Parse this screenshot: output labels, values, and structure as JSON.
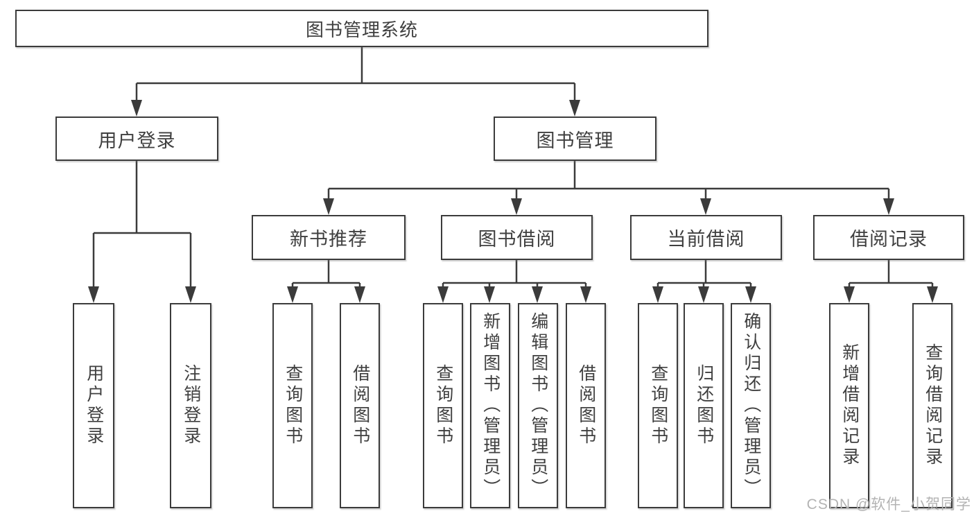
{
  "diagram": {
    "type": "hierarchy-tree",
    "style": {
      "line_color": "#3b3b3b",
      "box_border_color": "#3b3b3b",
      "text_color": "#3f3f3f",
      "background": "#ffffff"
    },
    "nodes": {
      "root": {
        "label": "图书管理系统"
      },
      "user_login": {
        "label": "用户登录"
      },
      "book_management": {
        "label": "图书管理"
      },
      "new_book_recommend": {
        "label": "新书推荐"
      },
      "book_borrowing": {
        "label": "图书借阅"
      },
      "current_borrowing": {
        "label": "当前借阅"
      },
      "borrowing_records": {
        "label": "借阅记录"
      },
      "leaf_user_login": {
        "label": "用户登录"
      },
      "leaf_logout": {
        "label": "注销登录"
      },
      "nb_query": {
        "label": "查询图书"
      },
      "nb_borrow": {
        "label": "借阅图书"
      },
      "bb_query": {
        "label": "查询图书"
      },
      "bb_add": {
        "label": "新增图书（管理员）"
      },
      "bb_edit": {
        "label": "编辑图书（管理员）"
      },
      "bb_borrow": {
        "label": "借阅图书"
      },
      "cb_query": {
        "label": "查询图书"
      },
      "cb_return": {
        "label": "归还图书"
      },
      "cb_confirm": {
        "label": "确认归还（管理员）"
      },
      "br_add": {
        "label": "新增借阅记录"
      },
      "br_query": {
        "label": "查询借阅记录"
      }
    },
    "edges": [
      {
        "from": "root",
        "to": [
          "user_login",
          "book_management"
        ]
      },
      {
        "from": "user_login",
        "to": [
          "leaf_user_login",
          "leaf_logout"
        ]
      },
      {
        "from": "book_management",
        "to": [
          "new_book_recommend",
          "book_borrowing",
          "current_borrowing",
          "borrowing_records"
        ]
      },
      {
        "from": "new_book_recommend",
        "to": [
          "nb_query",
          "nb_borrow"
        ]
      },
      {
        "from": "book_borrowing",
        "to": [
          "bb_query",
          "bb_add",
          "bb_edit",
          "bb_borrow"
        ]
      },
      {
        "from": "current_borrowing",
        "to": [
          "cb_query",
          "cb_return",
          "cb_confirm"
        ]
      },
      {
        "from": "borrowing_records",
        "to": [
          "br_add",
          "br_query"
        ]
      }
    ]
  },
  "watermark": {
    "text": "CSDN @软件_小贺同学",
    "color": "#b3b3b3"
  }
}
